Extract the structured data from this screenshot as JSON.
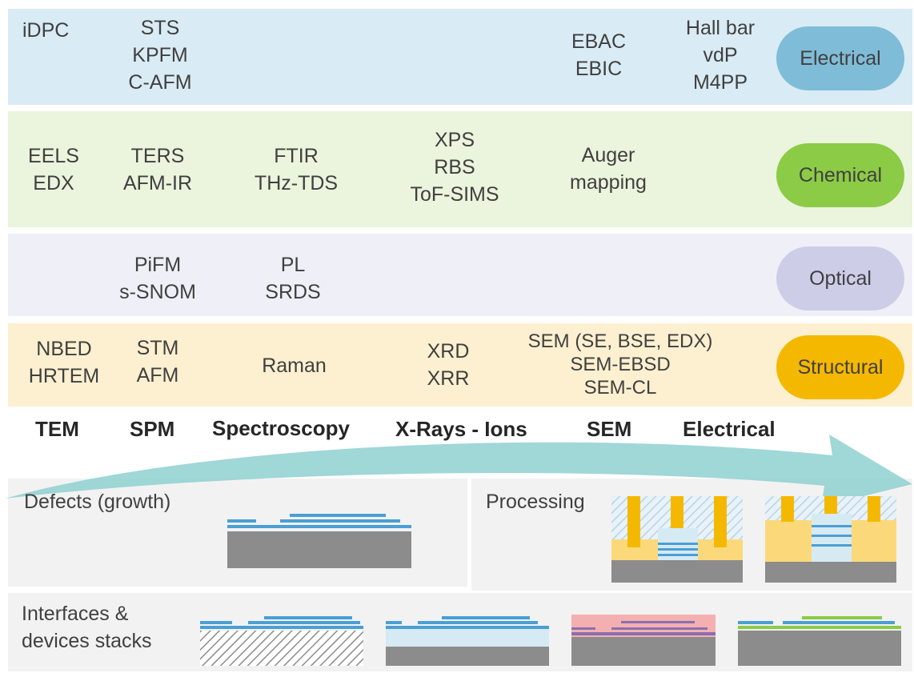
{
  "rows": [
    {
      "key": "electrical",
      "label": "Electrical",
      "band_color": "#d9ebf4",
      "pill_color": "#7fbcd8",
      "cells": [
        {
          "col": "tem",
          "lines": [
            "iDPC"
          ]
        },
        {
          "col": "spm",
          "lines": [
            "STS",
            "KPFM",
            "C-AFM"
          ]
        },
        {
          "col": "sem",
          "lines": [
            "EBAC",
            "EBIC"
          ]
        },
        {
          "col": "electrical",
          "lines": [
            "Hall bar",
            "vdP",
            "M4PP"
          ]
        }
      ]
    },
    {
      "key": "chemical",
      "label": "Chemical",
      "band_color": "#ebf4dc",
      "pill_color": "#8ccb46",
      "cells": [
        {
          "col": "tem",
          "lines": [
            "EELS",
            "EDX"
          ]
        },
        {
          "col": "spm",
          "lines": [
            "TERS",
            "AFM-IR"
          ]
        },
        {
          "col": "spectroscopy",
          "lines": [
            "FTIR",
            "THz-TDS"
          ]
        },
        {
          "col": "xrays",
          "lines": [
            "XPS",
            "RBS",
            "ToF-SIMS"
          ]
        },
        {
          "col": "sem",
          "lines": [
            "Auger",
            "mapping"
          ]
        }
      ]
    },
    {
      "key": "optical",
      "label": "Optical",
      "band_color": "#efeff7",
      "pill_color": "#cdcde8",
      "cells": [
        {
          "col": "spm",
          "lines": [
            "PiFM",
            "s-SNOM"
          ]
        },
        {
          "col": "spectroscopy",
          "lines": [
            "PL",
            "SRDS"
          ]
        }
      ]
    },
    {
      "key": "structural",
      "label": "Structural",
      "band_color": "#fdf0d0",
      "pill_color": "#f5b800",
      "cells": [
        {
          "col": "tem",
          "lines": [
            "NBED",
            "HRTEM"
          ]
        },
        {
          "col": "spm",
          "lines": [
            "STM",
            "AFM"
          ]
        },
        {
          "col": "spectroscopy",
          "lines": [
            "Raman"
          ]
        },
        {
          "col": "xrays",
          "lines": [
            "XRD",
            "XRR"
          ]
        },
        {
          "col": "sem",
          "lines": [
            "SEM (SE, BSE, EDX)",
            "SEM-EBSD",
            "SEM-CL"
          ]
        }
      ]
    }
  ],
  "categories": [
    "TEM",
    "SPM",
    "Spectroscopy",
    "X-Rays - Ions",
    "SEM",
    "Electrical"
  ],
  "panels": {
    "defects": "Defects (growth)",
    "processing": "Processing",
    "interfaces": [
      "Interfaces &",
      "devices stacks"
    ]
  },
  "colors": {
    "arrow": "#8fd0d0",
    "substrate": "#8c8c8c",
    "layer_blue": "#4a9fd4",
    "layer_green": "#8ccb46",
    "layer_purple": "#8a6fb0",
    "contact": "#f5b800",
    "pad": "#fbd97a",
    "pink": "#f4b0b0",
    "light_blue": "#d6eaf4"
  }
}
